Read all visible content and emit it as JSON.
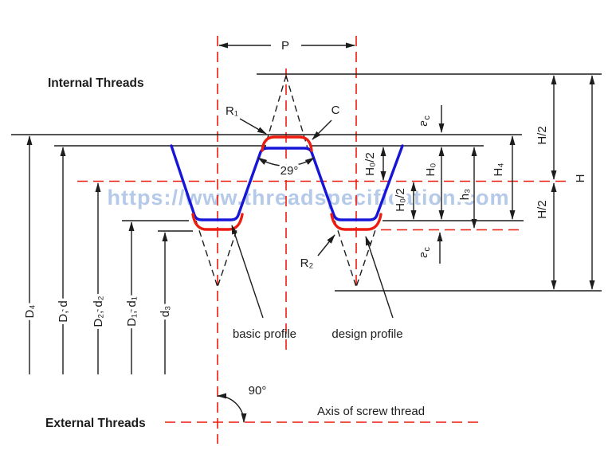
{
  "watermark": "https://www.threadspecification.com",
  "colors": {
    "centerline_red": "#ee1c0f",
    "design_profile_blue": "#1616d9",
    "line_black": "#1d1d1d",
    "watermark_blue": "#b5c9e8"
  },
  "headings": {
    "internal_threads": "Internal Threads",
    "external_threads": "External Threads"
  },
  "captions": {
    "basic_profile": "basic profile",
    "design_profile": "design profile",
    "axis_of_screw_thread": "Axis of screw thread"
  },
  "dimensions": {
    "pitch": "P",
    "thread_angle": "29°",
    "axis_angle": "90°",
    "crest_radius": "R₁",
    "root_radius": "R₂",
    "clearance_c": "C",
    "ac": {
      "base": "a",
      "sub": "c"
    },
    "h0_half": "H₀/2",
    "h0": "H₀",
    "h3": "h₃",
    "h4": "H₄",
    "h_half": "H/2",
    "h": "H",
    "d4": "D₄",
    "d_d": "D, d",
    "d2_d2": "D₂, d₂",
    "d1_d1": "D₁, d₁",
    "d3": "d₃"
  }
}
